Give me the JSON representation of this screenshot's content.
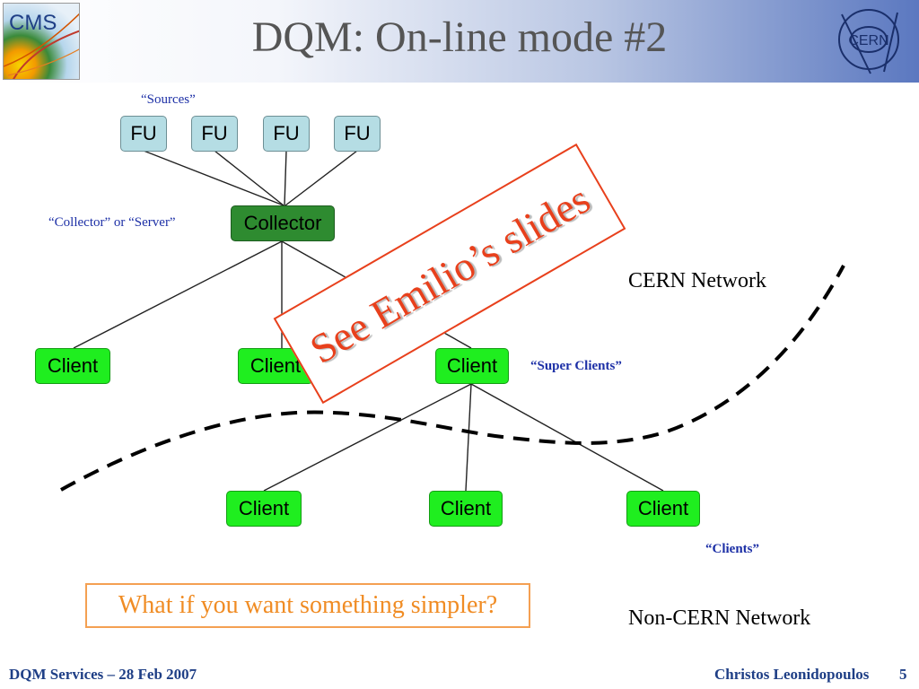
{
  "header": {
    "title": "DQM: On-line mode #2",
    "cms_logo_text": "CMS",
    "cern_logo_text": "CERN"
  },
  "diagram": {
    "sources_label": "“Sources”",
    "fu_nodes": [
      "FU",
      "FU",
      "FU",
      "FU"
    ],
    "collector_label": "“Collector” or “Server”",
    "collector_node": "Collector",
    "super_client_nodes": [
      "Client",
      "Client",
      "Client"
    ],
    "super_clients_label": "“Super Clients”",
    "client_nodes": [
      "Client",
      "Client",
      "Client"
    ],
    "clients_label": "“Clients”",
    "cern_network": "CERN Network",
    "non_cern_network": "Non-CERN Network"
  },
  "stamp": {
    "text": "See Emilio’s slides"
  },
  "question": "What if you want something simpler?",
  "footer": {
    "left": "DQM Services – 28 Feb 2007",
    "right": "Christos Leonidopoulos",
    "page": "5"
  },
  "colors": {
    "fu": "#b5dde4",
    "collector": "#2e8b30",
    "client": "#1fee1f",
    "stamp": "#e8401c",
    "question": "#f08c24",
    "label_blue": "#1c2fa6"
  }
}
